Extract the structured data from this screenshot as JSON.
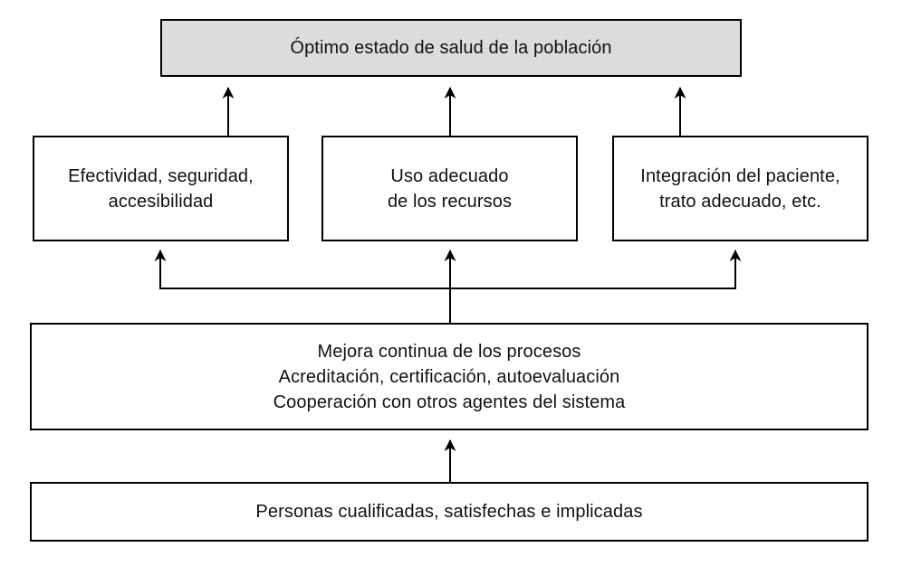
{
  "figure": {
    "background_color": "#ffffff",
    "line_color": "#000000",
    "top_box_fill": "#dcdcdc",
    "box_fill": "#ffffff"
  },
  "diagram": {
    "type": "flowchart",
    "direction": "bottom-up",
    "nodes": [
      {
        "id": "optimo",
        "lines": [
          "Óptimo estado de salud de la población"
        ]
      },
      {
        "id": "efectividad",
        "lines": [
          "Efectividad, seguridad,",
          "accesibilidad"
        ]
      },
      {
        "id": "uso",
        "lines": [
          "Uso adecuado",
          "de los recursos"
        ]
      },
      {
        "id": "integracion",
        "lines": [
          "Integración del paciente,",
          "trato adecuado, etc."
        ]
      },
      {
        "id": "mejora",
        "lines": [
          "Mejora continua de los procesos",
          "Acreditación, certificación, autoevaluación",
          "Cooperación con otros agentes del sistema"
        ]
      },
      {
        "id": "personas",
        "lines": [
          "Personas cualificadas, satisfechas e implicadas"
        ]
      }
    ],
    "edges": [
      {
        "from": "efectividad",
        "to": "optimo"
      },
      {
        "from": "uso",
        "to": "optimo"
      },
      {
        "from": "integracion",
        "to": "optimo"
      },
      {
        "from": "mejora",
        "to": "efectividad"
      },
      {
        "from": "mejora",
        "to": "uso"
      },
      {
        "from": "mejora",
        "to": "integracion"
      },
      {
        "from": "personas",
        "to": "mejora"
      }
    ]
  }
}
